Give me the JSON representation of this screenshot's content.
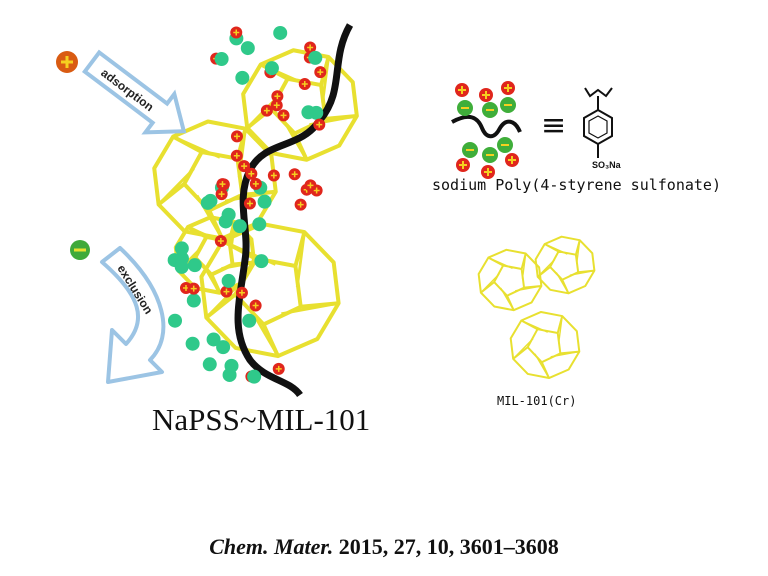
{
  "figure": {
    "main_label": "NaPSS~MIL-101",
    "adsorption_label": "adsorption",
    "exclusion_label": "exclusion",
    "polymer_name": "sodium Poly(4-styrene sulfonate)",
    "substituent": "SO₃Na",
    "equivalence_symbol": "≡",
    "mof_label": "MIL-101(Cr)"
  },
  "citation": {
    "journal": "Chem. Mater.",
    "details": "2015, 27, 10, 3601–3608"
  },
  "colors": {
    "framework": "#e8e030",
    "cation": "#e0261c",
    "anion": "#2fc98a",
    "arrow": "#9cc4e4",
    "chain": "#111111"
  }
}
